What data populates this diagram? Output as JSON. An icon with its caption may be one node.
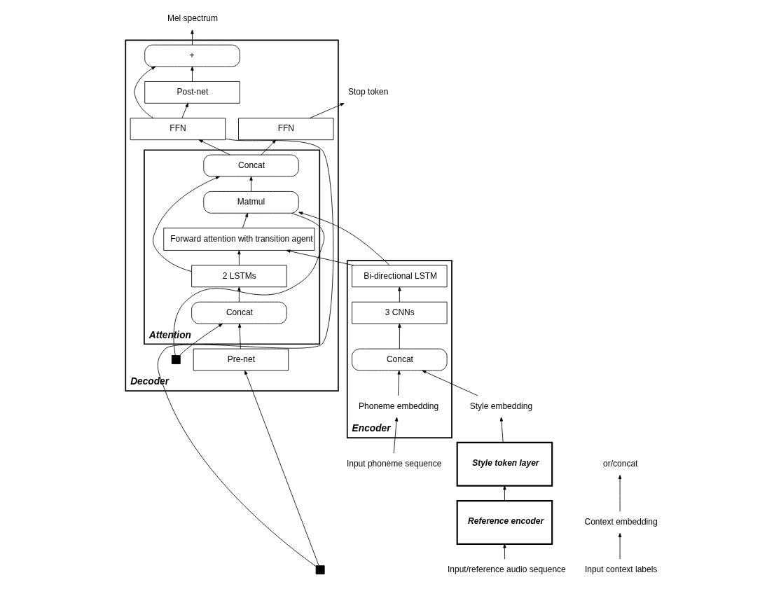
{
  "diagram": {
    "nodes": [
      {
        "text": [
          "Stop token"
        ]
      },
      {
        "text": [
          "Mel spectrum"
        ]
      },
      {
        "text": [
          "Decoder"
        ]
      },
      {
        "text": [
          "+"
        ],
        "in": 2
      },
      {
        "text": [
          "Post-net"
        ],
        "in": 2
      },
      {
        "text": [
          "FFN"
        ],
        "in": 2
      },
      {
        "text": [
          "FFN"
        ],
        "in": 2
      },
      {
        "text": [
          "Attention"
        ],
        "in": 2
      },
      {
        "text": [
          "Concat"
        ],
        "in": 7
      },
      {
        "text": [
          "Matmul"
        ],
        "in": 7
      },
      {
        "text": [
          "Forward attention with transition agent"
        ],
        "in": 7
      },
      {
        "text": [
          "2 LSTMs"
        ],
        "in": 7
      },
      {
        "text": [
          "Concat"
        ],
        "in": 7
      },
      {
        "text": [
          "Pre-net"
        ],
        "in": 2
      },
      {
        "text": [
          "Input context labels"
        ]
      },
      {
        "text": [
          "Context embedding"
        ]
      },
      {
        "text": [
          "or/concat"
        ]
      },
      {
        "text": [
          "Style embedding"
        ]
      },
      {
        "text": [
          "Encoder"
        ]
      },
      {
        "text": [
          "Bi-directional LSTM"
        ],
        "in": 18
      },
      {
        "text": [
          "3 CNNs"
        ],
        "in": 18
      },
      {
        "text": [
          "Concat"
        ],
        "in": 18
      },
      {
        "text": [
          "Phoneme embedding"
        ],
        "in": 18
      },
      {
        "text": [
          "Style token layer"
        ]
      },
      {
        "text": [
          "Reference encoder"
        ]
      },
      {
        "text": [
          "Input/reference audio sequence"
        ]
      },
      {
        "text": [
          "Input phoneme sequence"
        ]
      },
      {
        "text": [],
        "shape": "box",
        "in": 2
      },
      {
        "text": [],
        "shape": "box"
      }
    ],
    "edges": [
      {
        "from": 25,
        "to": 24,
        "arrow": "to"
      },
      {
        "from": 24,
        "to": 23,
        "arrow": "to"
      },
      {
        "from": 23,
        "to": 17,
        "arrow": "to"
      },
      {
        "from": 14,
        "to": 15,
        "arrow": "to"
      },
      {
        "from": 15,
        "to": 16,
        "arrow": "to"
      },
      {
        "from": 17,
        "to": 21,
        "arrow": "to"
      },
      {
        "from": 26,
        "to": 22,
        "arrow": "to"
      },
      {
        "from": 22,
        "to": 21,
        "arrow": "to"
      },
      {
        "from": 21,
        "to": 20,
        "arrow": "to"
      },
      {
        "from": 20,
        "to": 19,
        "arrow": "to"
      },
      {
        "from": 19,
        "to": 9,
        "arrow": "to"
      },
      {
        "from": 19,
        "to": 10,
        "arrow": "to"
      },
      {
        "from": 13,
        "to": 12,
        "arrow": "to"
      },
      {
        "from": 12,
        "to": 11,
        "arrow": "to"
      },
      {
        "from": 11,
        "to": 10,
        "arrow": "to"
      },
      {
        "from": 10,
        "to": 9,
        "arrow": "to"
      },
      {
        "from": 9,
        "to": 8,
        "arrow": "to"
      },
      {
        "from": 11,
        "to": 8,
        "arrow": "to"
      },
      {
        "from": 9,
        "to": 27,
        "arrow": "none"
      },
      {
        "from": 27,
        "to": 12,
        "arrow": "to"
      },
      {
        "from": 8,
        "to": 5,
        "arrow": "to"
      },
      {
        "from": 8,
        "to": 6,
        "arrow": "to"
      },
      {
        "from": 5,
        "to": 0,
        "arrow": "to"
      },
      {
        "from": 6,
        "to": 4,
        "arrow": "to"
      },
      {
        "from": 4,
        "to": 3,
        "arrow": "to"
      },
      {
        "from": 3,
        "to": 1,
        "arrow": "to"
      },
      {
        "from": 6,
        "to": 3,
        "arrow": "to"
      },
      {
        "from": 6,
        "to": 28,
        "arrow": "none"
      },
      {
        "from": 28,
        "to": 13,
        "arrow": "to"
      }
    ]
  }
}
